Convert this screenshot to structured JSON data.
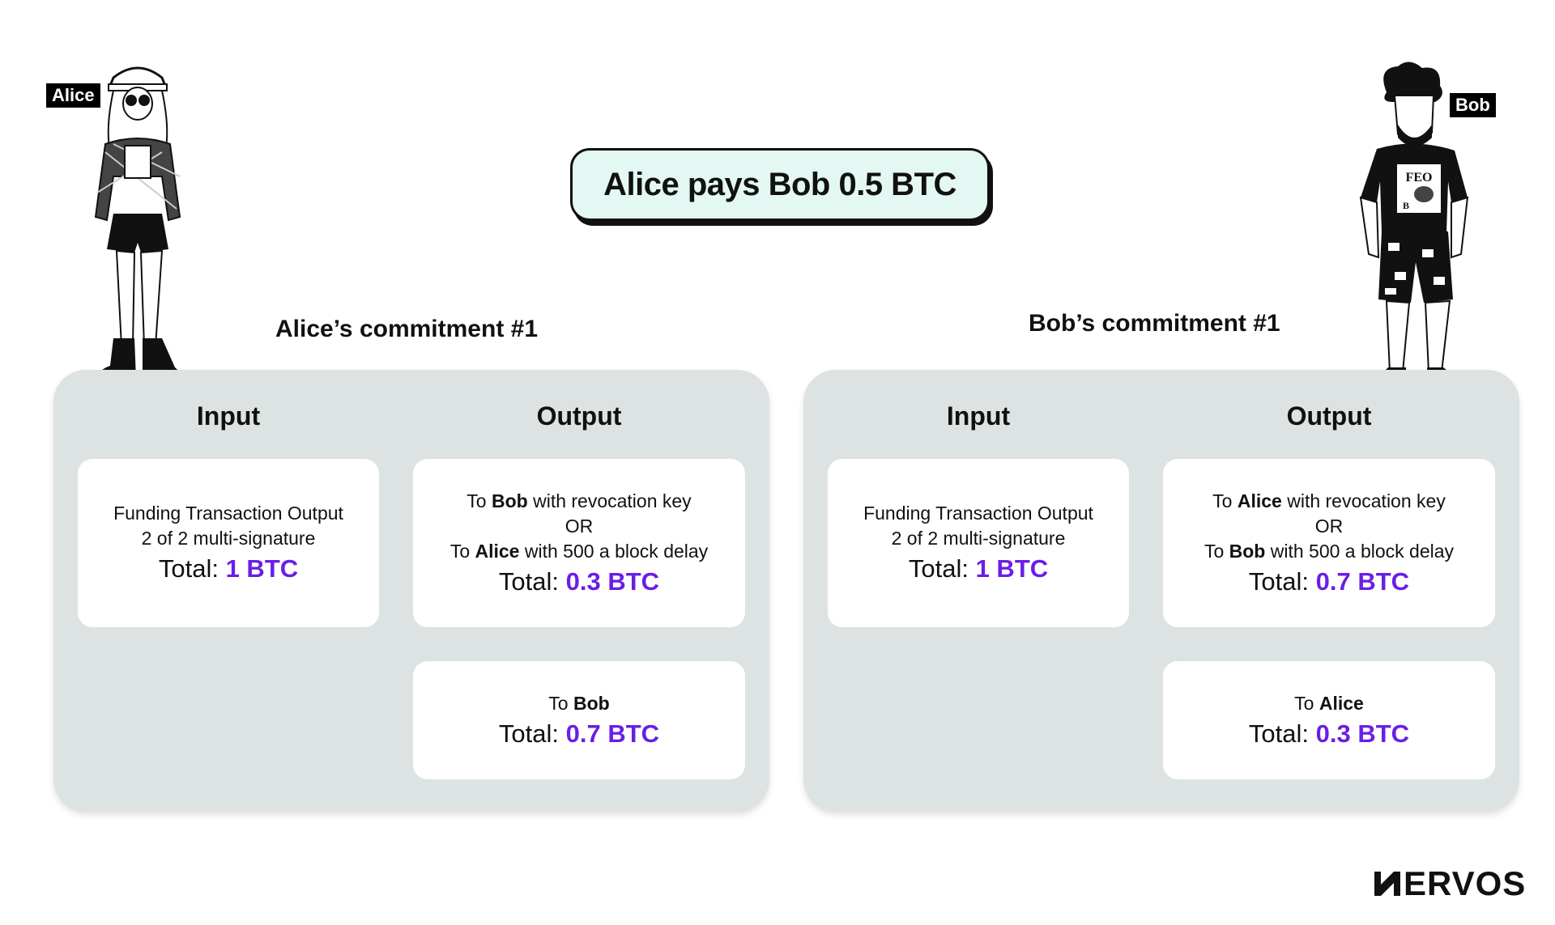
{
  "title": "Alice pays Bob 0.5 BTC",
  "characters": {
    "alice": {
      "name": "Alice"
    },
    "bob": {
      "name": "Bob",
      "shirt_text_1": "FEO",
      "shirt_text_2": "B"
    }
  },
  "commitments": [
    {
      "label": "Alice’s commitment #1",
      "input_header": "Input",
      "output_header": "Output",
      "input": {
        "line1": "Funding Transaction Output",
        "line2": "2 of 2 multi-signature",
        "total_label": "Total:",
        "total_value": "1 BTC"
      },
      "output1": {
        "to": "To",
        "party_a": "Bob",
        "rest_a": "with revocation key",
        "or": "OR",
        "party_b": "Alice",
        "rest_b": "with 500 a block delay",
        "total_label": "Total:",
        "total_value": "0.3 BTC"
      },
      "output2": {
        "to": "To",
        "party": "Bob",
        "total_label": "Total:",
        "total_value": "0.7 BTC"
      }
    },
    {
      "label": "Bob’s commitment #1",
      "input_header": "Input",
      "output_header": "Output",
      "input": {
        "line1": "Funding Transaction Output",
        "line2": "2 of 2 multi-signature",
        "total_label": "Total:",
        "total_value": "1 BTC"
      },
      "output1": {
        "to": "To",
        "party_a": "Alice",
        "rest_a": "with revocation key",
        "or": "OR",
        "party_b": "Bob",
        "rest_b": "with 500 a block delay",
        "total_label": "Total:",
        "total_value": "0.7 BTC"
      },
      "output2": {
        "to": "To",
        "party": "Alice",
        "total_label": "Total:",
        "total_value": "0.3 BTC"
      }
    }
  ],
  "logo": {
    "text": "ERVOS"
  },
  "colors": {
    "accent": "#6a1ee6",
    "panel": "#dde2e2",
    "title_bg": "#e4f8f3"
  }
}
